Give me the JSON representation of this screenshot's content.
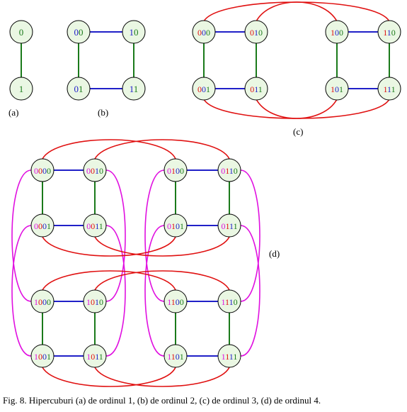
{
  "figure": {
    "caption": "Fig. 8.  Hipercuburi (a) de ordinul 1, (b) de ordinul 2, (c) de ordinul 3, (d) de ordinul 4.",
    "colors": {
      "node_fill": "#eaf7e3",
      "edge_dim1": "#1a7a1a",
      "edge_dim2": "#2020c8",
      "edge_dim3": "#e01010",
      "edge_dim4": "#e010e0",
      "digit_colors": [
        "#e010e0",
        "#e01010",
        "#2020c8",
        "#1a7a1a"
      ]
    },
    "panels": [
      {
        "id": "a",
        "label": "(a)",
        "nodes": [
          "0",
          "1"
        ]
      },
      {
        "id": "b",
        "label": "(b)",
        "nodes": [
          "00",
          "10",
          "01",
          "11"
        ]
      },
      {
        "id": "c",
        "label": "(c)",
        "nodes": [
          "000",
          "010",
          "100",
          "110",
          "001",
          "011",
          "101",
          "111"
        ]
      },
      {
        "id": "d",
        "label": "(d)",
        "nodes": [
          "0000",
          "0010",
          "0100",
          "0110",
          "0001",
          "0011",
          "0101",
          "0111",
          "1000",
          "1010",
          "1100",
          "1110",
          "1001",
          "1011",
          "1101",
          "1111"
        ]
      }
    ]
  }
}
